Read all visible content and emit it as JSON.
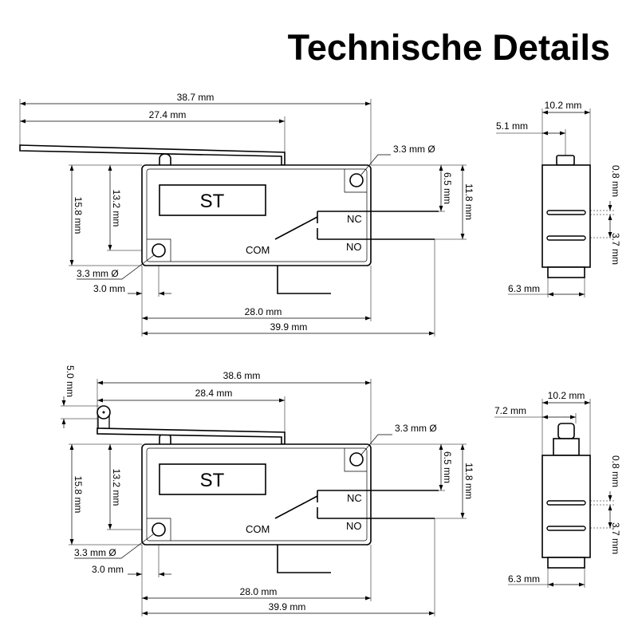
{
  "title": "Technische Details",
  "top": {
    "front": {
      "label": "ST",
      "nc": "NC",
      "no": "NO",
      "com": "COM",
      "dim_overall_length": "38.7 mm",
      "dim_lever_length": "27.4 mm",
      "dim_body_height": "15.8 mm",
      "dim_hole_height": "13.2 mm",
      "dim_nc_position": "6.5 mm",
      "dim_no_position": "11.8 mm",
      "dim_hole_top": "3.3 mm Ø",
      "dim_hole_bottom": "3.3 mm Ø",
      "dim_hole_offset": "3.0 mm",
      "dim_body_length": "28.0 mm",
      "dim_total_length": "39.9 mm"
    },
    "side": {
      "dim_width": "10.2 mm",
      "dim_plunger": "5.1 mm",
      "dim_groove": "0.8 mm",
      "dim_groove_spacing": "3.7 mm",
      "dim_base": "6.3 mm"
    }
  },
  "bottom": {
    "front": {
      "label": "ST",
      "nc": "NC",
      "no": "NO",
      "com": "COM",
      "dim_roller": "5.0 mm",
      "dim_overall_length": "38.6 mm",
      "dim_lever_length": "28.4 mm",
      "dim_body_height": "15.8 mm",
      "dim_hole_height": "13.2 mm",
      "dim_nc_position": "6.5 mm",
      "dim_no_position": "11.8 mm",
      "dim_hole_top": "3.3 mm Ø",
      "dim_hole_bottom": "3.3 mm Ø",
      "dim_hole_offset": "3.0 mm",
      "dim_body_length": "28.0 mm",
      "dim_total_length": "39.9 mm"
    },
    "side": {
      "dim_width": "10.2 mm",
      "dim_plunger": "7.2 mm",
      "dim_groove": "0.8 mm",
      "dim_groove_spacing": "3.7 mm",
      "dim_base": "6.3 mm"
    }
  }
}
